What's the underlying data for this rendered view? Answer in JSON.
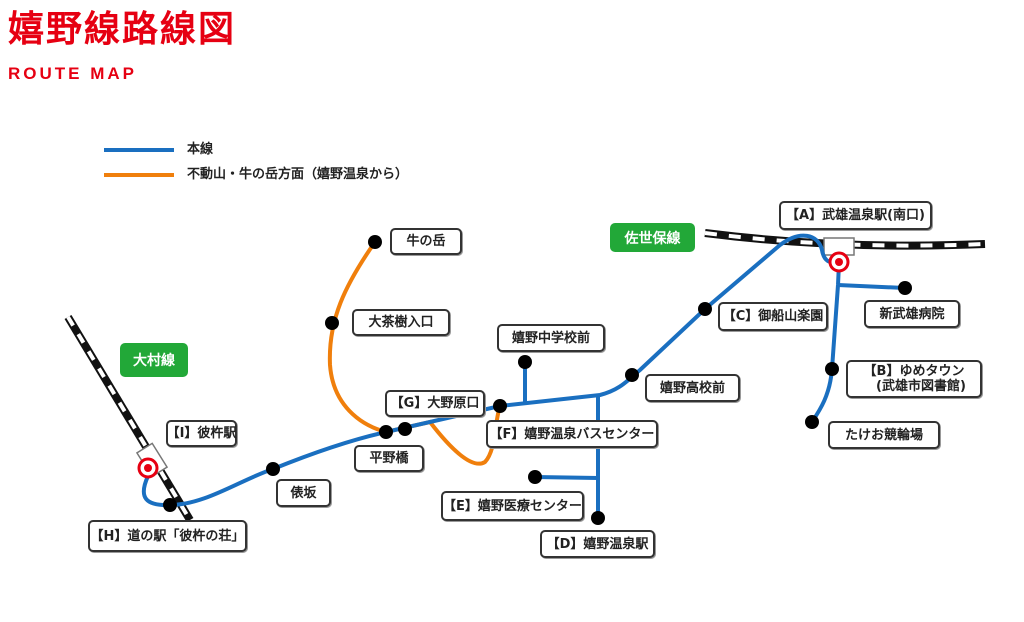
{
  "header": {
    "title": "嬉野線路線図",
    "subtitle": "ROUTE MAP"
  },
  "legend": [
    {
      "label": "本線",
      "color": "#1a6fc0"
    },
    {
      "label": "不動山・牛の岳方面（嬉野温泉から）",
      "color": "#f07f0c"
    }
  ],
  "rail_lines": {
    "sasebo": "佐世保線",
    "omura": "大村線"
  },
  "colors": {
    "accent": "#e60012",
    "main_line": "#1a6fc0",
    "branch_line": "#f07f0c",
    "rail_tag": "#22a838"
  },
  "stops": {
    "A": "【A】武雄温泉駅(南口)",
    "shin_takeo": "新武雄病院",
    "C": "【C】御船山楽園",
    "B_line1": "【B】ゆめタウン",
    "B_line2": "(武雄市図書館)",
    "keirin": "たけお競輪場",
    "koko": "嬉野高校前",
    "chugakko": "嬉野中学校前",
    "ushinodake": "牛の岳",
    "ochaki": "大茶樹入口",
    "G": "【G】大野原口",
    "F": "【F】嬉野温泉バスセンター",
    "hiranobashi": "平野橋",
    "E": "【E】嬉野医療センター",
    "D": "【D】嬉野温泉駅",
    "tawarazaka": "俵坂",
    "H": "【H】道の駅「彼杵の荘」",
    "I": "【I】彼杵駅"
  }
}
